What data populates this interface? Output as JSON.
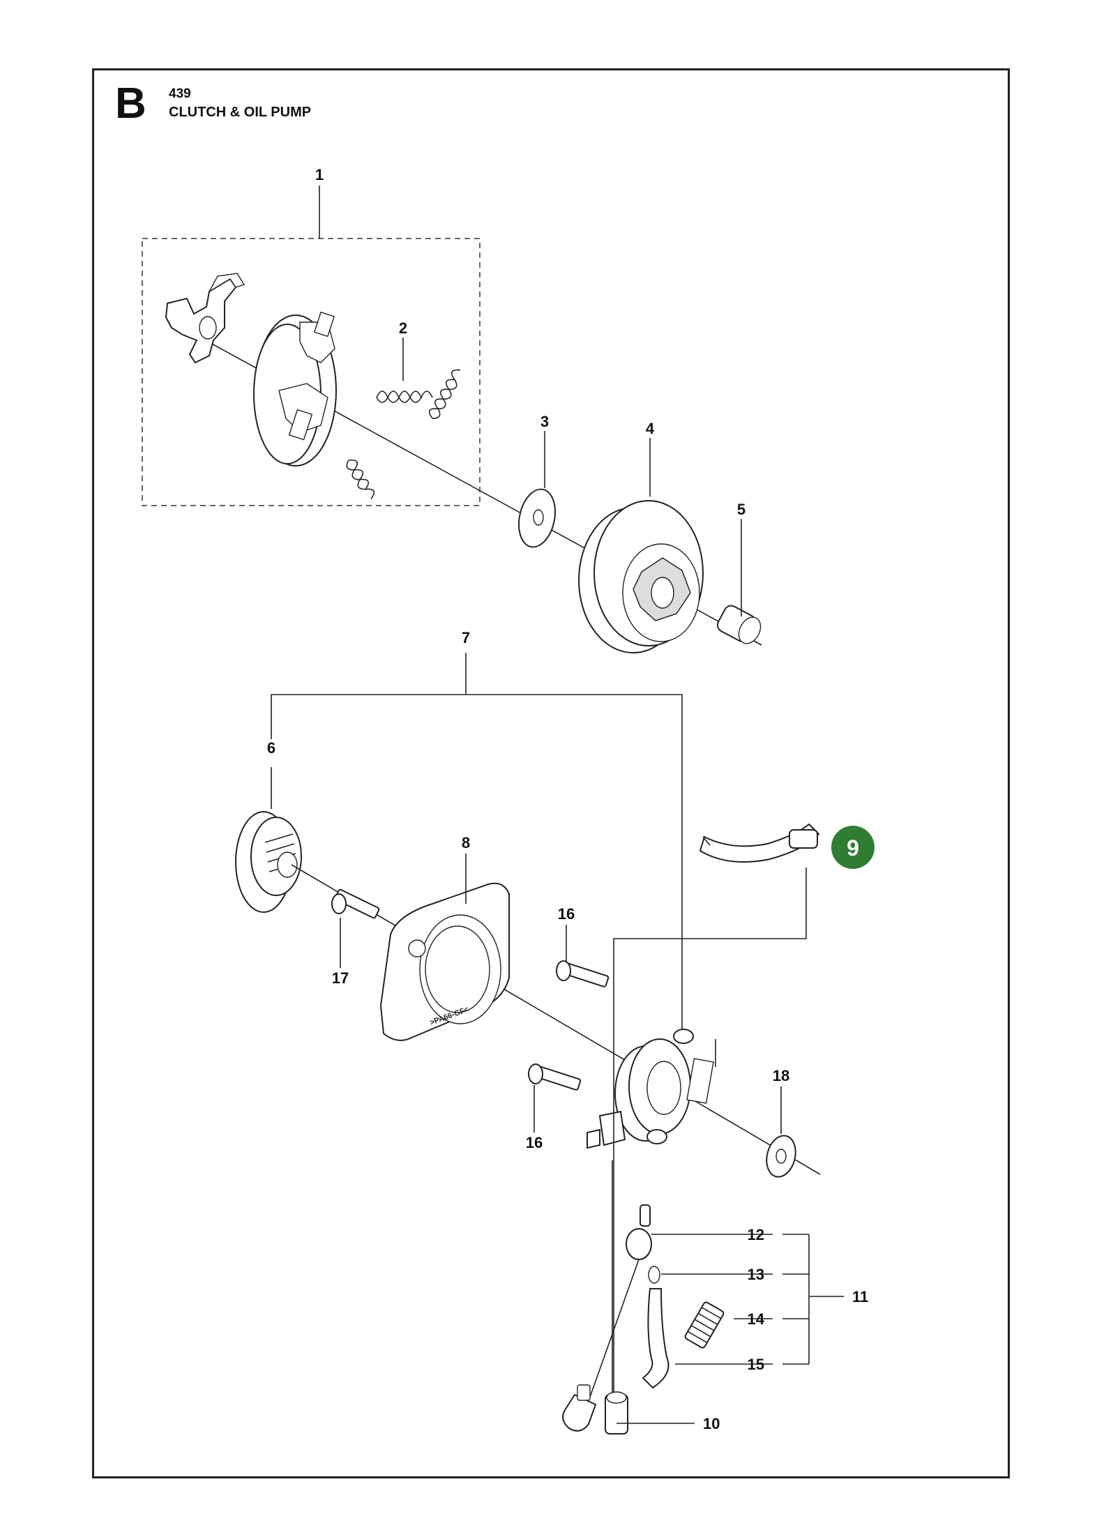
{
  "header": {
    "section_letter": "B",
    "model": "439",
    "title": "CLUTCH & OIL PUMP"
  },
  "callouts": [
    {
      "id": "c1",
      "text": "1"
    },
    {
      "id": "c2",
      "text": "2"
    },
    {
      "id": "c3",
      "text": "3"
    },
    {
      "id": "c4",
      "text": "4"
    },
    {
      "id": "c5",
      "text": "5"
    },
    {
      "id": "c6",
      "text": "6"
    },
    {
      "id": "c7",
      "text": "7"
    },
    {
      "id": "c8",
      "text": "8"
    },
    {
      "id": "c9",
      "text": "9"
    },
    {
      "id": "c10",
      "text": "10"
    },
    {
      "id": "c11",
      "text": "11"
    },
    {
      "id": "c12",
      "text": "12"
    },
    {
      "id": "c13",
      "text": "13"
    },
    {
      "id": "c14",
      "text": "14"
    },
    {
      "id": "c15",
      "text": "15"
    },
    {
      "id": "c16a",
      "text": "16"
    },
    {
      "id": "c16b",
      "text": "16"
    },
    {
      "id": "c17",
      "text": "17"
    },
    {
      "id": "c18",
      "text": "18"
    }
  ],
  "cover_marking": ">PA66-GF<",
  "colors": {
    "highlight_badge": "#2e7d32",
    "line": "#222222",
    "frame": "#222222"
  }
}
